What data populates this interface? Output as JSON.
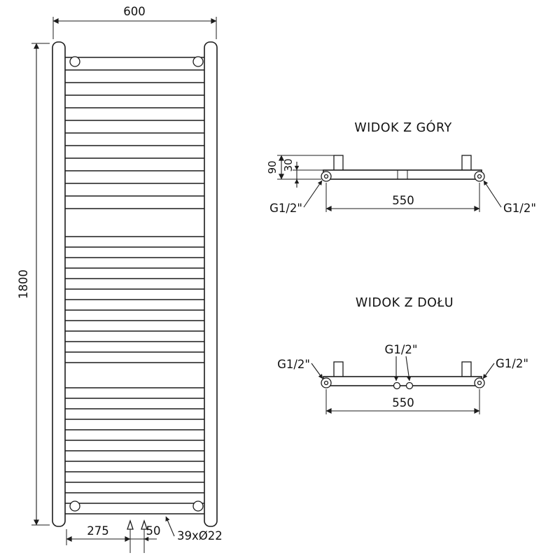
{
  "front_view": {
    "width": "600",
    "height": "1800",
    "connection_offset": "275",
    "connection_spacing": "50",
    "tubes_note": "39xØ22"
  },
  "top_view": {
    "title": "WIDOK Z GÓRY",
    "depth": "90",
    "wall_offset": "30",
    "bracket_spacing": "550",
    "thread_left": "G1/2\"",
    "thread_right": "G1/2\""
  },
  "bottom_view": {
    "title": "WIDOK Z DOŁU",
    "bracket_spacing": "550",
    "thread_left": "G1/2\"",
    "thread_center": "G1/2\"",
    "thread_right": "G1/2\""
  }
}
